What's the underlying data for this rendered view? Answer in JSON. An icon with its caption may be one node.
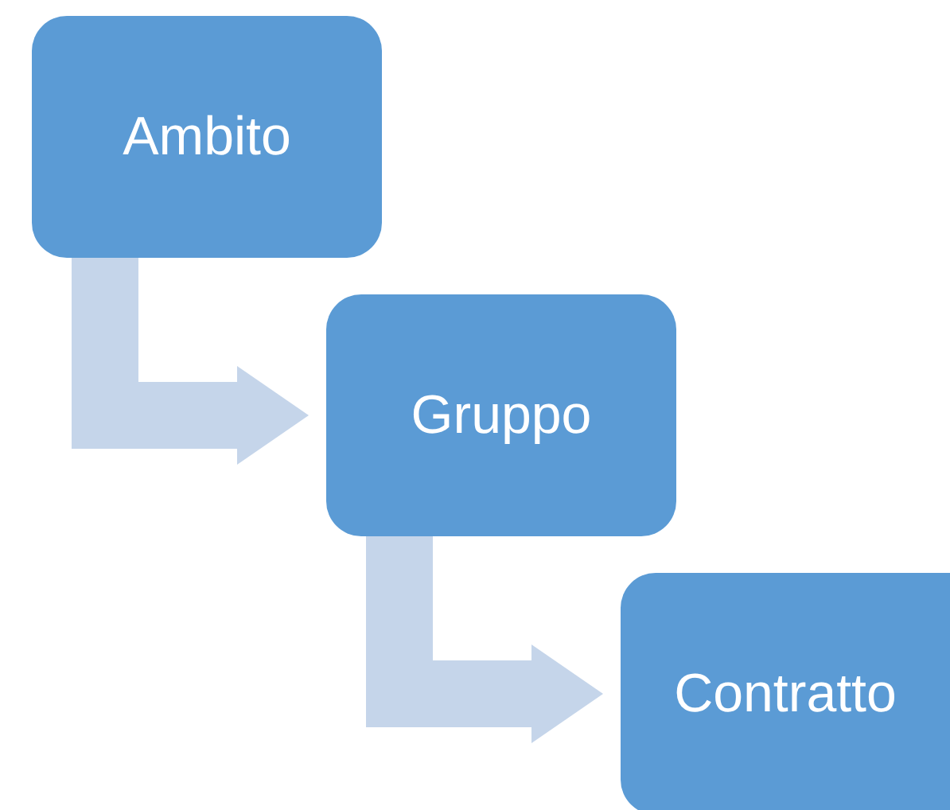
{
  "diagram": {
    "nodes": [
      {
        "text": [
          "Ambito"
        ]
      },
      {
        "text": [
          "Gruppo"
        ]
      },
      {
        "text": [
          "Contratto"
        ]
      }
    ],
    "edges": [
      {
        "from": 0,
        "to": 1,
        "arrow": "to"
      },
      {
        "from": 1,
        "to": 2,
        "arrow": "to"
      }
    ]
  }
}
